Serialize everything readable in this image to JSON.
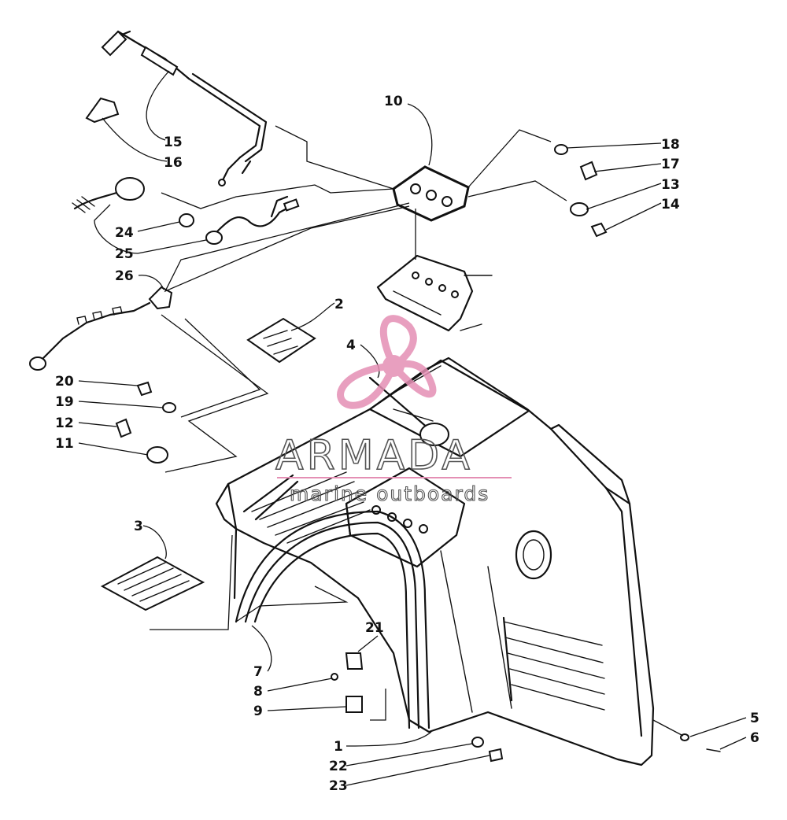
{
  "diagram": {
    "callouts": [
      "1",
      "2",
      "3",
      "4",
      "5",
      "6",
      "7",
      "8",
      "9",
      "10",
      "11",
      "12",
      "13",
      "14",
      "15",
      "16",
      "17",
      "18",
      "19",
      "20",
      "21",
      "22",
      "23",
      "24",
      "25",
      "26"
    ]
  },
  "watermark": {
    "brand": "ARMADA",
    "tagline": "marine outboards",
    "accent": "#e48fb4"
  }
}
